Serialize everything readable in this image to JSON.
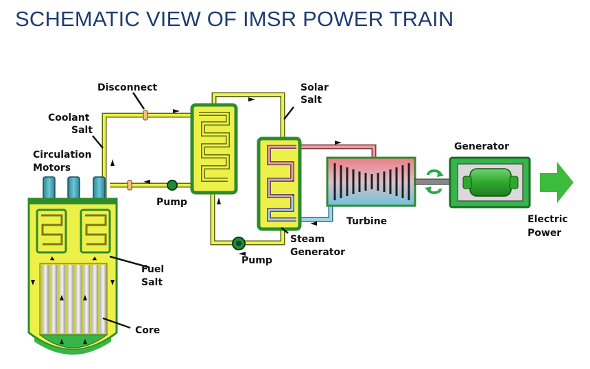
{
  "title": "SCHEMATIC VIEW OF IMSR POWER TRAIN",
  "labels": {
    "disconnect": "Disconnect",
    "coolant": [
      "Coolant",
      "Salt"
    ],
    "circulation": [
      "Circulation",
      "Motors"
    ],
    "pump_top": "Pump",
    "solar": [
      "Solar",
      "Salt"
    ],
    "generator": "Generator",
    "turbine": "Turbine",
    "electric": [
      "Electric",
      "Power"
    ],
    "steam_gen": [
      "Steam",
      "Generator"
    ],
    "pump_bottom": "Pump",
    "fuel": [
      "Fuel",
      "Salt"
    ],
    "core": "Core"
  },
  "colors": {
    "title": "#1f3b73",
    "salt_yellow": "#eef04a",
    "vessel_green": "#2e8b2e",
    "generator_green": "#36b54a",
    "motor_teal": "#3a9fae",
    "steam_pink": "#e98a8f",
    "steam_blue": "#8cc7e0"
  },
  "icons": [
    "flow-arrow-icon",
    "recycle-arrows-icon",
    "electric-power-arrow-icon"
  ]
}
